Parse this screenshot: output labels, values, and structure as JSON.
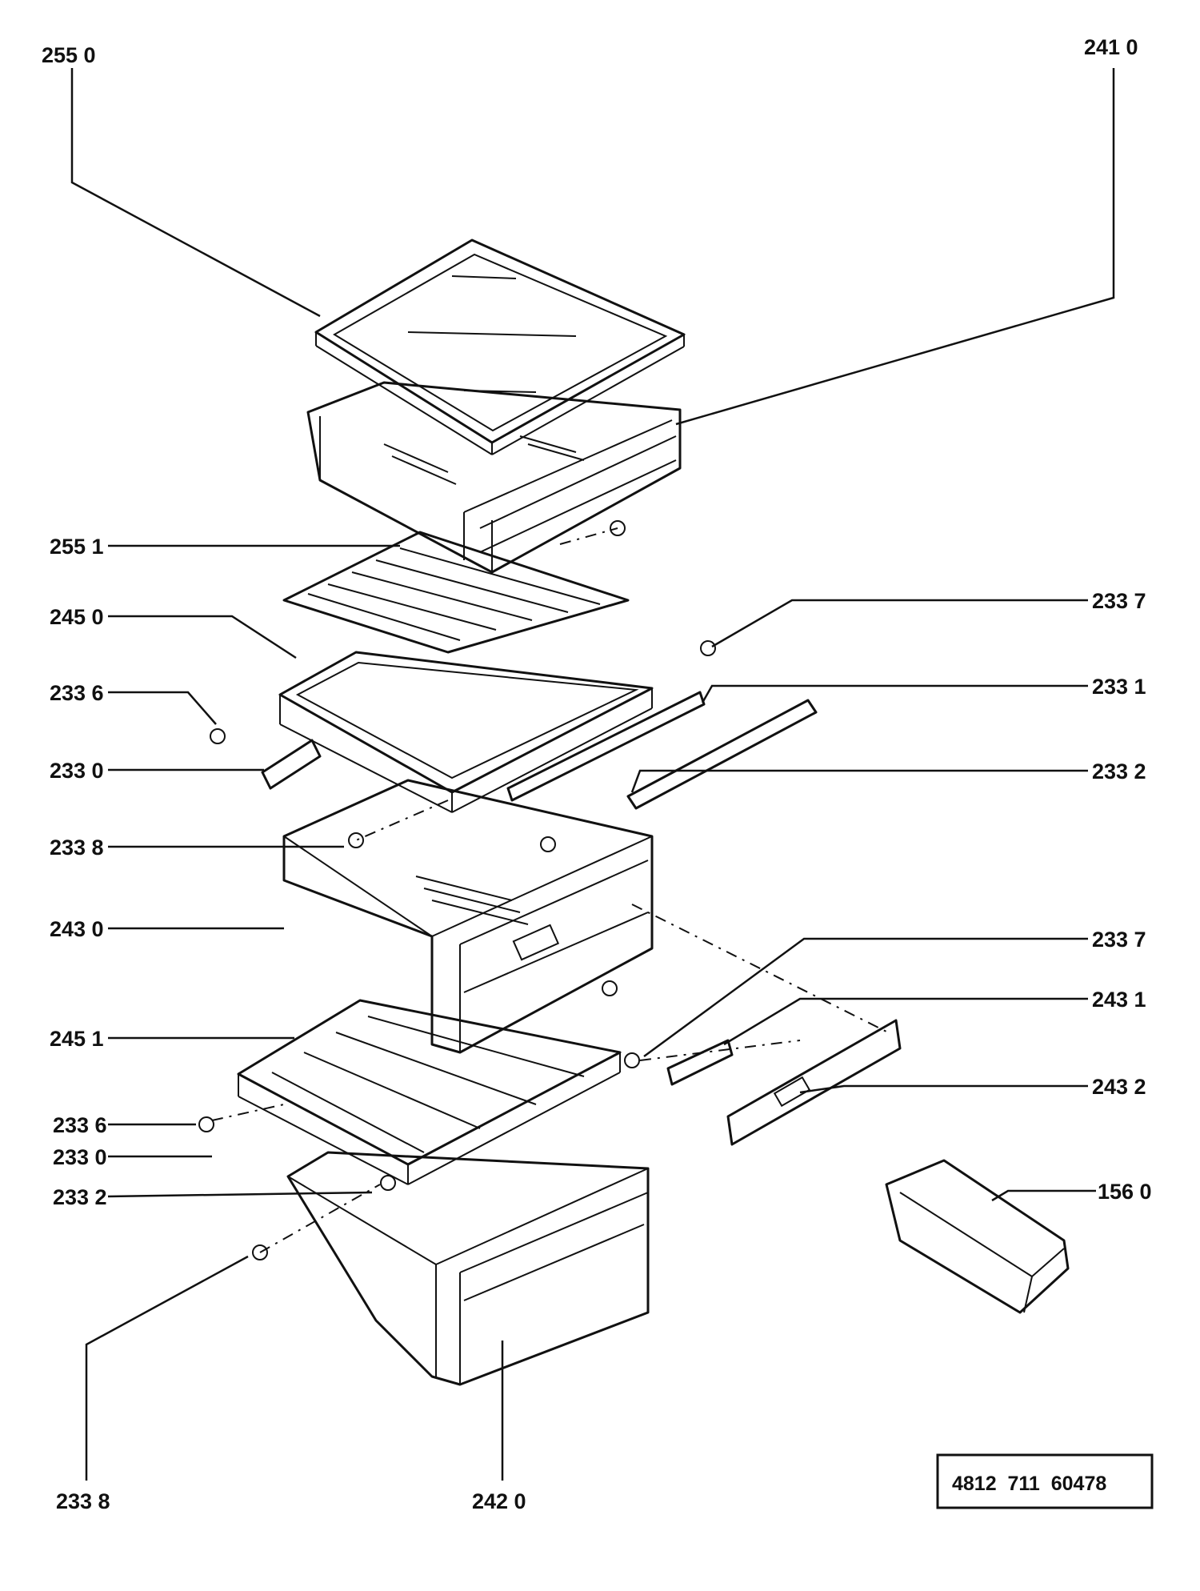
{
  "callouts": {
    "c2550": "255 0",
    "c2410": "241 0",
    "c2551": "255 1",
    "c2450": "245 0",
    "c2336a": "233 6",
    "c2330a": "233 0",
    "c2338a": "233 8",
    "c2430": "243 0",
    "c2451": "245 1",
    "c2336b": "233 6",
    "c2330b": "233 0",
    "c2332b": "233 2",
    "c2338b": "233 8",
    "c2420": "242 0",
    "c2337a": "233 7",
    "c2331": "233 1",
    "c2332a": "233 2",
    "c2337b": "233 7",
    "c2431": "243 1",
    "c2432": "243 2",
    "c1560": "156 0"
  },
  "document_number": "4812  711  60478"
}
